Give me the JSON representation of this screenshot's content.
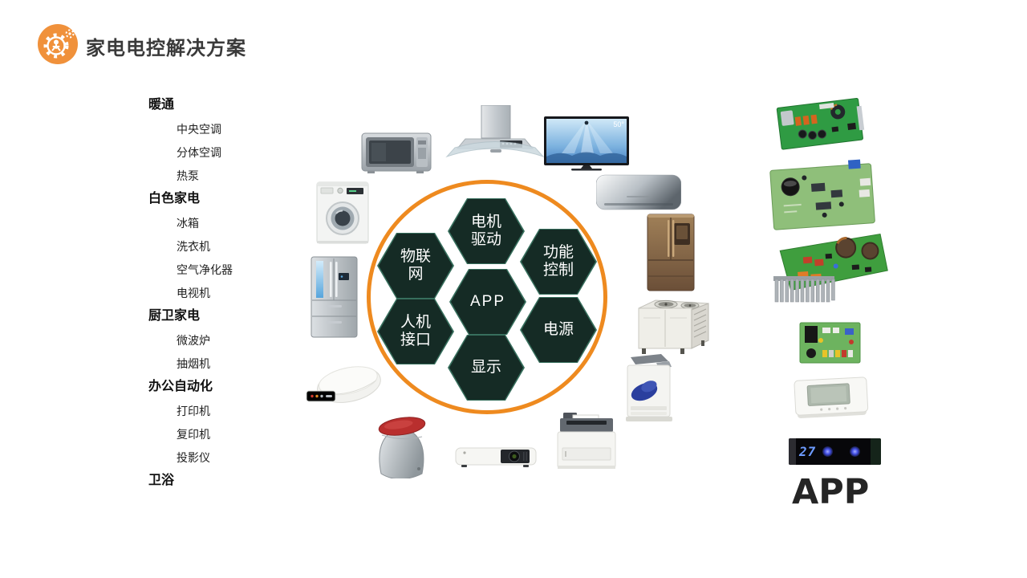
{
  "slide": {
    "title": "家电电控解决方案"
  },
  "sidebar": {
    "groups": [
      {
        "label": "暖通",
        "items": [
          "中央空调",
          "分体空调",
          "热泵"
        ]
      },
      {
        "label": "白色家电",
        "items": [
          "冰箱",
          "洗衣机",
          "空气净化器",
          "电视机"
        ]
      },
      {
        "label": "厨卫家电",
        "items": [
          "微波炉",
          "抽烟机"
        ]
      },
      {
        "label": "办公自动化",
        "items": [
          "打印机",
          "复印机",
          "投影仪"
        ]
      },
      {
        "label": "卫浴",
        "items": []
      }
    ]
  },
  "diagram": {
    "hexagons": [
      {
        "name": "motor-drive",
        "line1": "电机",
        "line2": "驱动"
      },
      {
        "name": "iot",
        "line1": "物联",
        "line2": "网"
      },
      {
        "name": "function-control",
        "line1": "功能",
        "line2": "控制"
      },
      {
        "name": "app-core",
        "line1": "APP",
        "line2": ""
      },
      {
        "name": "hmi",
        "line1": "人机",
        "line2": "接口"
      },
      {
        "name": "power",
        "line1": "电源",
        "line2": ""
      },
      {
        "name": "display",
        "line1": "显示",
        "line2": ""
      }
    ]
  },
  "appliances": {
    "tv_badge": "50°"
  },
  "right_panel": {
    "display_readout": "27",
    "app_label": "APP"
  },
  "icons": [
    "gear-person-logo",
    "microwave-image",
    "range-hood-image",
    "tv-image",
    "split-ac-image",
    "fridge-dispenser-image",
    "outdoor-unit-image",
    "copier-image",
    "printer-image",
    "projector-image",
    "smart-toilet-image",
    "bidet-seat-image",
    "french-fridge-image",
    "washing-machine-image",
    "pcb-board-image",
    "thermostat-image",
    "led-display-panel"
  ],
  "colors": {
    "accent_orange": "#EE8A1F",
    "hex_green": "#152B25",
    "logo_orange": "#F0913B"
  }
}
